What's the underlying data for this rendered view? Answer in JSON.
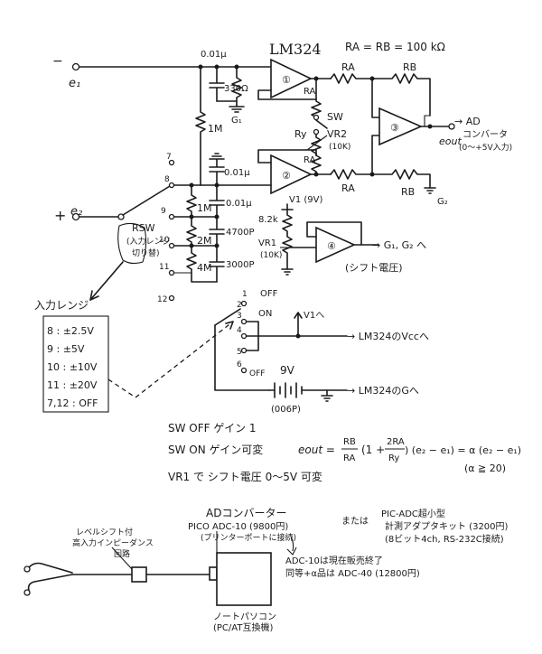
{
  "top": {
    "chip": "LM324",
    "ra_rb": "RA = RB = 100 kΩ"
  },
  "inputs": {
    "minus": "−",
    "e1": "e₁",
    "plus": "+",
    "e2": "e₂"
  },
  "components": {
    "c_001_top": "0.01μ",
    "r_330": "330Ω",
    "r_1m_top": "1M",
    "g1": "G₁",
    "ra": "RA",
    "rb": "RB",
    "sw": "SW",
    "vr2": "VR2",
    "vr2_val": "(10K)",
    "ry": "Ry",
    "amp1": "①",
    "amp2": "②",
    "amp3": "③",
    "amp4": "④",
    "c_001_mid": "0.01μ",
    "c_001_ladder": "0.01μ",
    "r_1m": "1M",
    "c_4700": "4700P",
    "r_2m": "2M",
    "r_4m": "4M",
    "c_3000": "3000P",
    "eout": "eout",
    "ad_out": "→ AD",
    "ad_conv": "コンバータ",
    "ad_range": "(0〜+5V入力)",
    "g2": "G₂",
    "v1_9v": "V1 (9V)",
    "r_82k": "8.2k",
    "vr1": "VR1",
    "vr1_val": "(10K)",
    "to_g1g2": "→ G₁, G₂ へ",
    "shift_v": "(シフト電圧)"
  },
  "rsw": {
    "pos7": "7",
    "pos8": "8",
    "pos9": "9",
    "pos10": "10",
    "pos11": "11",
    "pos12": "12",
    "label1": "RSW",
    "label2": "(入力レンジ",
    "label3": "切り替)"
  },
  "range_box": {
    "title": "入力レンジ",
    "rows": [
      "8 : ±2.5V",
      "9 : ±5V",
      "10 : ±10V",
      "11 : ±20V",
      "7,12 : OFF"
    ]
  },
  "power": {
    "off1": "OFF",
    "p1": "1",
    "p2": "2",
    "p3": "3",
    "p4": "4",
    "p5": "5",
    "p6": "6",
    "on": "ON",
    "off2": "OFF",
    "v1": "V1へ",
    "to_vcc": "→ LM324のVccへ",
    "batt": "9V",
    "batt_type": "(006P)",
    "to_g": "→ LM324のGへ"
  },
  "formula": {
    "sw_off": "SW OFF   ゲイン 1",
    "sw_on": "SW ON   ゲイン可変",
    "eout": "eout =",
    "rb": "RB",
    "ra": "RA",
    "paren1": "(1 +",
    "two_ra": "2RA",
    "ry": "Ry",
    "tail": ") (e₂ − e₁) = α (e₂ − e₁)",
    "alpha": "(α ≧ 20)",
    "vr1": "VR1 で シフト電圧 0〜5V 可変"
  },
  "bottom": {
    "ad_title": "ADコンバーター",
    "pico": "PICO ADC-10 (9800円)",
    "pico_sub": "(プリンターポートに接続)",
    "probe1": "レベルシフト付",
    "probe2": "高入力インピーダンス",
    "probe3": "回路",
    "note1": "ADC-10は現在販売終了",
    "note2": "同等+α品は ADC-40 (12800円)",
    "or": "または",
    "pic1": "PIC-ADC超小型",
    "pic2": "計測アダプタキット (3200円)",
    "pic3": "(8ビット4ch, RS-232C接続)",
    "pc1": "ノートパソコン",
    "pc2": "(PC/AT互換機)"
  }
}
